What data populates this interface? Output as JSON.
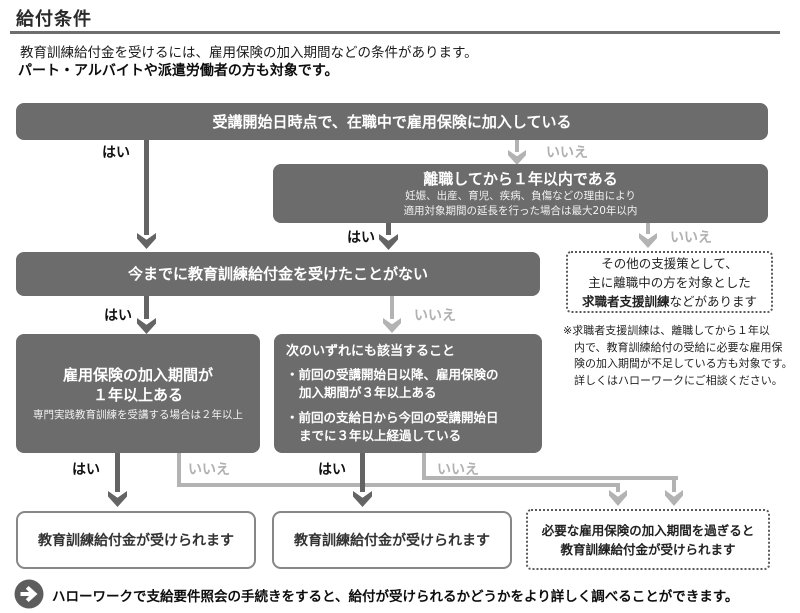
{
  "header": {
    "title": "給付条件",
    "intro": "教育訓練給付金を受けるには、雇用保険の加入期間などの条件があります。",
    "intro_emphasis": "パート・アルバイトや派遣労働者の方も対象です。"
  },
  "labels": {
    "yes": "はい",
    "no": "いいえ"
  },
  "colors": {
    "box_dark": "#6c6c6c",
    "arrow_dark": "#646464",
    "arrow_light": "#b3b3b3",
    "border_gray": "#878787"
  },
  "flow": {
    "q1": {
      "text": "受講開始日時点で、在職中で雇用保険に加入している"
    },
    "q2": {
      "title": "離職してから１年以内である",
      "note_line1": "妊娠、出産、育児、疾病、負傷などの理由により",
      "note_line2": "適用対象期間の延長を行った場合は最大20年以内"
    },
    "q3": {
      "text": "今までに教育訓練給付金を受けたことがない"
    },
    "q4": {
      "line1": "雇用保険の加入期間が",
      "line2": "１年以上ある",
      "note": "専門実践教育訓練を受講する場合は２年以上"
    },
    "q5": {
      "title": "次のいずれにも該当すること",
      "item1_line1": "・前回の受講開始日以降、雇用保険の",
      "item1_line2": "加入期間が３年以上ある",
      "item2_line1": "・前回の支給日から今回の受講開始日",
      "item2_line2": "までに３年以上経過している"
    },
    "alt_support": {
      "line1": "その他の支援策として、",
      "line2": "主に離職中の方を対象とした",
      "line3_bold": "求職者支援訓練",
      "line3_rest": "などがあります"
    },
    "side_note": {
      "line1": "※求職者支援訓練は、離職してから１年以",
      "line2": "内で、教育訓練給付の受給に必要な雇用保",
      "line3": "険の加入期間が不足している方も対象です。",
      "line4": "詳しくはハローワークにご相談ください。"
    },
    "result1": {
      "text": "教育訓練給付金が受けられます"
    },
    "result2": {
      "text": "教育訓練給付金が受けられます"
    },
    "result3": {
      "line1": "必要な雇用保険の加入期間を過ぎると",
      "line2": "教育訓練給付金が受けられます"
    }
  },
  "footer": {
    "icon": "arrow-right-circle-icon",
    "text": "ハローワークで支給要件照会の手続きをすると、給付が受けられるかどうかをより詳しく調べることができます。"
  }
}
